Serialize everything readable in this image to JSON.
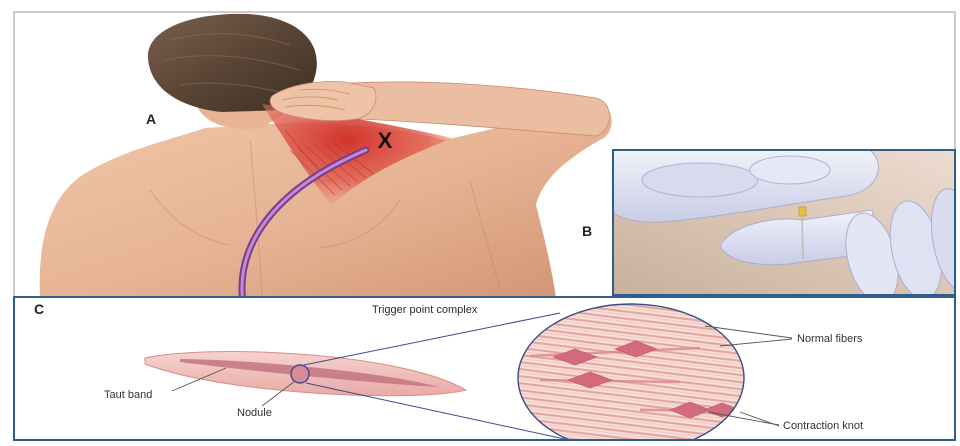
{
  "figure": {
    "panel_a": {
      "label": "A",
      "marker": "X"
    },
    "panel_b": {
      "label": "B"
    },
    "panel_c": {
      "label": "C",
      "title": "Trigger point complex",
      "labels": {
        "taut_band": "Taut band",
        "nodule": "Nodule",
        "normal_fibers": "Normal fibers",
        "contraction_knot": "Contraction knot"
      }
    }
  },
  "colors": {
    "skin": "#e9b99b",
    "hair": "#5a4535",
    "muscle_red": "#d8433a",
    "arrow": "#9a4fae",
    "panel_border": "#2f5e8e",
    "glove": "#e3e5f3",
    "fiber": "#e4a6a2",
    "knot": "#d46b7c"
  }
}
